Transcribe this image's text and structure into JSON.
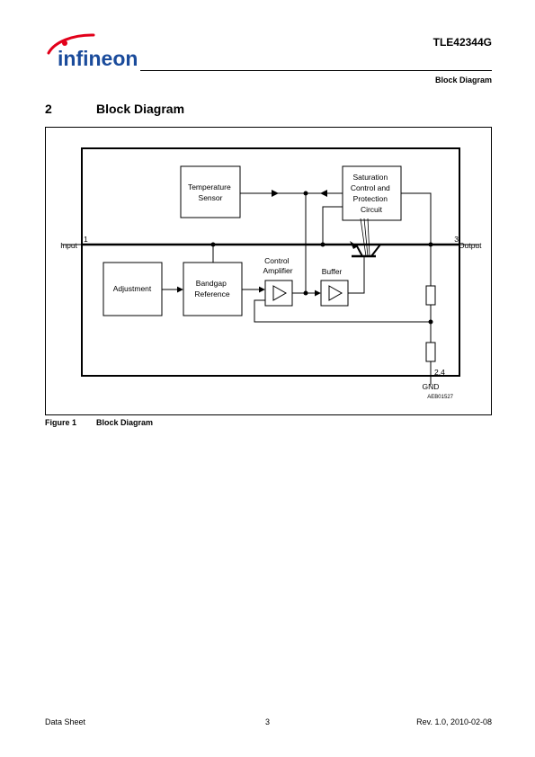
{
  "header": {
    "logo_text": "infineon",
    "part_number": "TLE42344G",
    "section_label": "Block Diagram"
  },
  "section": {
    "number": "2",
    "title": "Block Diagram"
  },
  "diagram": {
    "temperature_sensor": [
      "Temperature",
      "Sensor"
    ],
    "saturation_block": [
      "Saturation",
      "Control and",
      "Protection",
      "Circuit"
    ],
    "adjustment": "Adjustment",
    "bandgap_reference": [
      "Bandgap",
      "Reference"
    ],
    "control_amplifier_label": [
      "Control",
      "Amplifier"
    ],
    "buffer_label": "Buffer",
    "input_label": "Input",
    "input_pin": "1",
    "output_label": "Output",
    "output_pin": "3",
    "gnd_pin": "2,4",
    "gnd_label": "GND",
    "drawing_id": "AEB01527"
  },
  "figure": {
    "number": "Figure 1",
    "title": "Block Diagram"
  },
  "footer": {
    "left": "Data Sheet",
    "page": "3",
    "revision": "Rev. 1.0, 2010-02-08"
  },
  "colors": {
    "brand_red": "#e2001a",
    "brand_blue": "#1a4b9b",
    "line": "#000000"
  }
}
